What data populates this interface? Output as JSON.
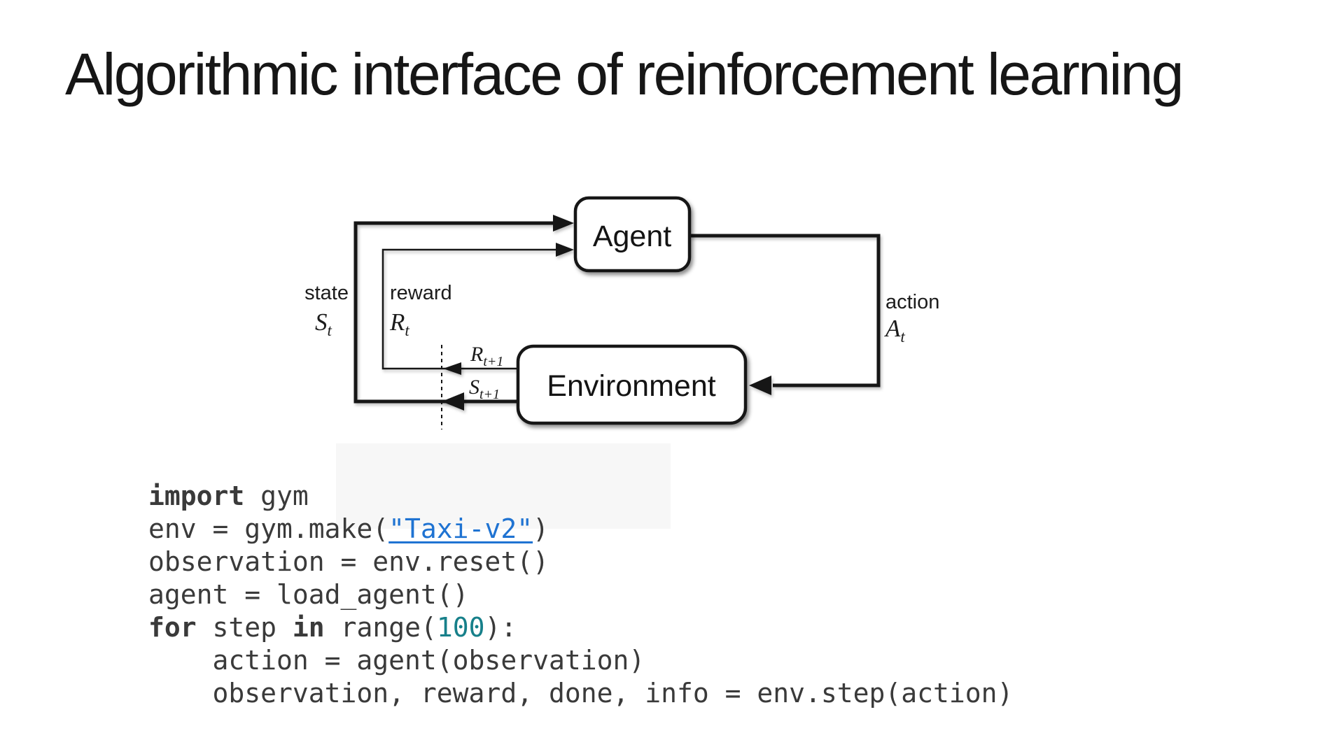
{
  "slide": {
    "title": "Algorithmic interface of reinforcement learning",
    "background_color": "#ffffff"
  },
  "diagram": {
    "agent_label": "Agent",
    "environment_label": "Environment",
    "state": {
      "label": "state",
      "symbol": "S",
      "sub": "t"
    },
    "reward": {
      "label": "reward",
      "symbol": "R",
      "sub": "t"
    },
    "action": {
      "label": "action",
      "symbol": "A",
      "sub": "t"
    },
    "next_reward": {
      "symbol": "R",
      "sub": "t+1"
    },
    "next_state": {
      "symbol": "S",
      "sub": "t+1"
    },
    "line_color": "#141414"
  },
  "code": {
    "colors": {
      "plain": "#3a3a3a",
      "keyword": "#3a3a3a",
      "number": "#17808a",
      "link": "#1f73d2"
    },
    "lines": [
      [
        {
          "t": "import",
          "s": "kw"
        },
        {
          "t": " gym",
          "s": "p"
        }
      ],
      [
        {
          "t": "env = gym.make(",
          "s": "p"
        },
        {
          "t": "\"Taxi-v2\"",
          "s": "link"
        },
        {
          "t": ")",
          "s": "p"
        }
      ],
      [
        {
          "t": "observation = env.reset()",
          "s": "p"
        }
      ],
      [
        {
          "t": "agent = load_agent()",
          "s": "p"
        }
      ],
      [
        {
          "t": "for",
          "s": "kw"
        },
        {
          "t": " step ",
          "s": "p"
        },
        {
          "t": "in",
          "s": "kw"
        },
        {
          "t": " range(",
          "s": "p"
        },
        {
          "t": "100",
          "s": "num"
        },
        {
          "t": "):",
          "s": "p"
        }
      ],
      [
        {
          "t": "    action = agent(observation)",
          "s": "p"
        }
      ],
      [
        {
          "t": "    observation, reward, done, info = env.step(action)",
          "s": "p"
        }
      ]
    ]
  }
}
